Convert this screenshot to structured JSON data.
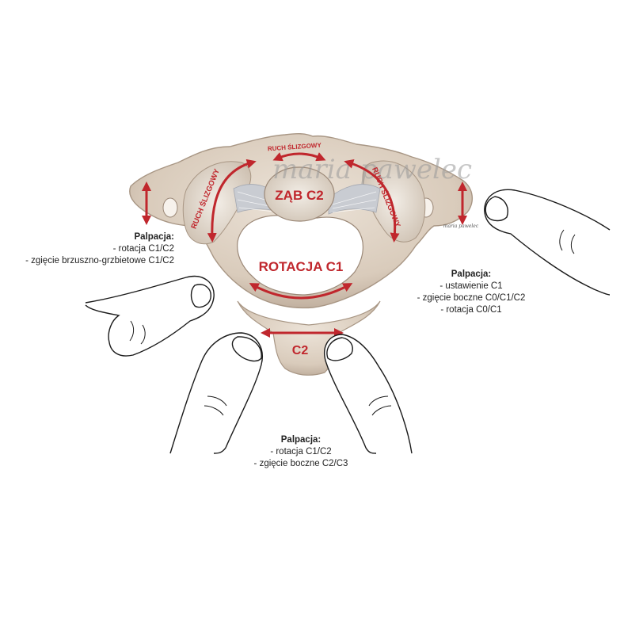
{
  "labels": {
    "zab": "ZĄB C2",
    "rotacja": "ROTACJA C1",
    "c2": "C2",
    "ruch_top": "RUCH ŚLIZGOWY",
    "ruch_left": "RUCH ŚLIZGOWY",
    "ruch_right": "RUCH ŚLIZGOWY"
  },
  "watermark": "maria pawelec",
  "signature": "maria pawelec",
  "palpation_left": {
    "title": "Palpacja:",
    "lines": [
      "- rotacja C1/C2",
      "- zgięcie brzuszno-grzbietowe C1/C2"
    ]
  },
  "palpation_right": {
    "title": "Palpacja:",
    "lines": [
      "- ustawienie C1",
      "- zgięcie boczne C0/C1/C2",
      "- rotacja C0/C1"
    ]
  },
  "palpation_bottom": {
    "title": "Palpacja:",
    "lines": [
      "- rotacja C1/C2",
      "- zgięcie boczne C2/C3"
    ]
  },
  "colors": {
    "bone": "#d9cbbb",
    "bone_shadow": "#a89684",
    "bone_light": "#ece3d8",
    "arrow": "#c0272d",
    "ligament": "#c9ccd2"
  }
}
